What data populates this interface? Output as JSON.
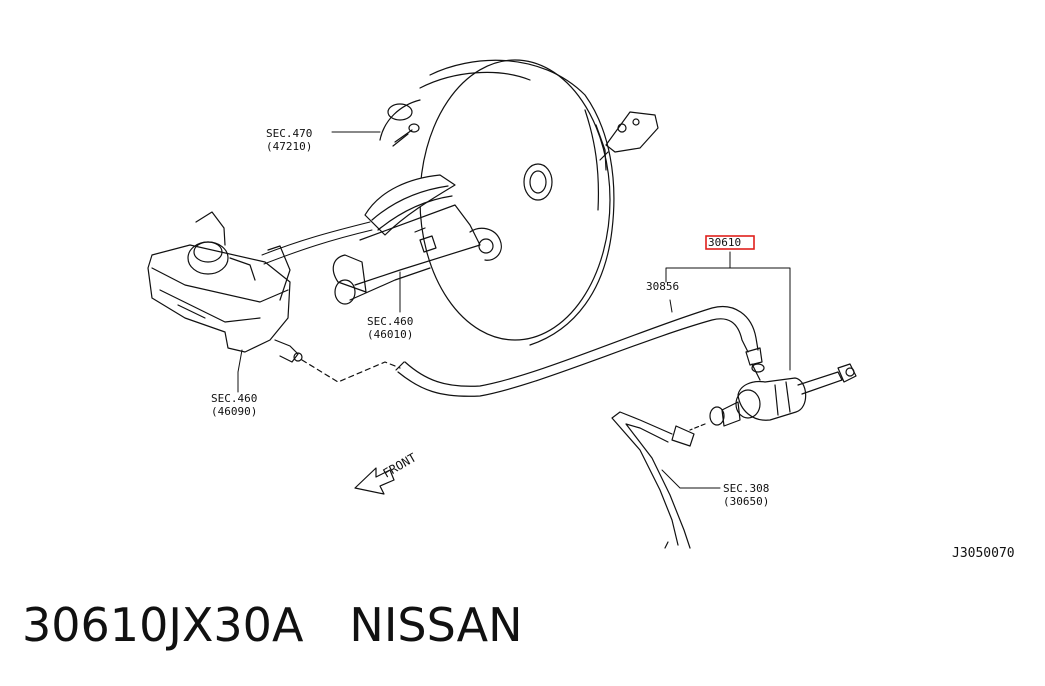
{
  "diagram": {
    "labels": {
      "sec470": "SEC.470",
      "sec470_sub": "(47210)",
      "sec460a": "SEC.460",
      "sec460a_sub": "(46010)",
      "sec460b": "SEC.460",
      "sec460b_sub": "(46090)",
      "sec308": "SEC.308",
      "sec308_sub": "(30650)",
      "part_30856": "30856",
      "part_30610": "30610",
      "front": "FRONT",
      "drawing_code": "J3050070"
    },
    "highlight_color": "#e0201c"
  },
  "footer": {
    "part_number": "30610JX30A",
    "brand": "NISSAN"
  }
}
